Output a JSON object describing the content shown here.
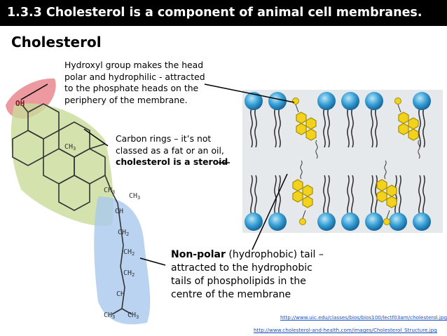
{
  "slide": {
    "title": "1.3.3 Cholesterol is a component of animal cell membranes.",
    "heading": "Cholesterol"
  },
  "structure_labels": {
    "oh": "OH",
    "ch3_a": "CH",
    "ch3_a_sub": "3",
    "ch3_b": "CH",
    "ch3_b_sub": "3",
    "ch3_c": "CH",
    "ch3_c_sub": "3",
    "ch": "CH",
    "ch2_a": "CH",
    "ch2_a_sub": "2",
    "ch2_b": "CH",
    "ch2_b_sub": "2",
    "ch2_c": "CH",
    "ch2_c_sub": "2",
    "ch_b": "CH",
    "ch3_d": "CH",
    "ch3_d_sub": "3",
    "ch3_e": "CH",
    "ch3_e_sub": "3"
  },
  "annotations": {
    "hydroxyl": {
      "line1": "Hydroxyl group makes the head",
      "line2": "polar and hydrophilic - attracted",
      "line3": "to the phosphate heads on the",
      "line4": "periphery of the membrane."
    },
    "rings": {
      "line1": "Carbon rings – it’s not",
      "line2": "classed as a fat or an oil,",
      "line3_bold": "cholesterol is a steroid"
    },
    "tail": {
      "line1_bold": "Non-polar",
      "line1_rest": " (hydrophobic) tail –",
      "line2": "attracted to the hydrophobic",
      "line3": "tails of phospholipids in the",
      "line4": "centre of the membrane"
    }
  },
  "sources": {
    "url1": "http://www.uic.edu/classes/bios/bios100/lectf03am/cholesterol.jpg",
    "url2": "http://www.cholesterol-and-health.com/images/Cholesterol_Structure.jpg"
  },
  "colors": {
    "title_bg": "#000000",
    "hydroxyl_highlight": "#e9888e",
    "ring_highlight": "#c9dc9a",
    "tail_highlight": "#a9c8ee",
    "membrane_bg": "#e6e9ec",
    "phosphate_head": "#39a1d6",
    "cholesterol_ring": "#f2d21c",
    "link": "#1a4fc4"
  }
}
